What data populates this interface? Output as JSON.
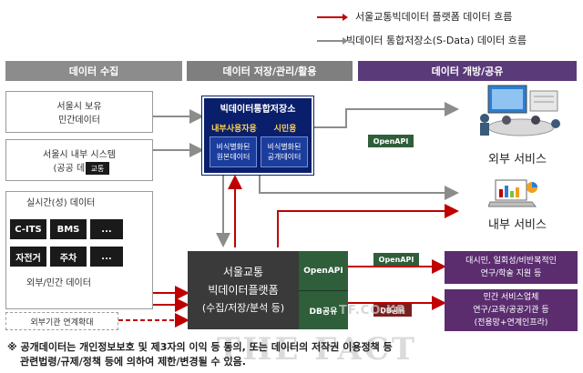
{
  "legend": {
    "item1": "서울교통빅데이터 플랫폼 데이터 흐름",
    "item2": "빅데이터 통합저장소(S-Data) 데이터 흐름",
    "color1": "#c00000",
    "color2": "#8c8c8c"
  },
  "headers": {
    "collect": "데이터 수집",
    "store": "데이터 저장/관리/활용",
    "open": "데이터 개방/공유"
  },
  "left": {
    "box1": [
      "서울시 보유",
      "민간데이터"
    ],
    "box2": [
      "서울시 내부 시스템",
      "(공공 데이터)"
    ],
    "traffic_tag": "교통",
    "realtime_label": "실시간(성) 데이터",
    "cits": "C-ITS",
    "bms": "BMS",
    "dots1": "...",
    "bike": "자전거",
    "parking": "주차",
    "dots2": "...",
    "external": "외부/민간 데이터",
    "expand": "외부기관 연계확대"
  },
  "sdata": {
    "title": "빅데이터통합저장소",
    "internal_label": "내부사용자용",
    "citizen_label": "시민용",
    "internal_box": [
      "비식별화된",
      "원본데이터"
    ],
    "citizen_box": [
      "비식별화된",
      "공개데이터"
    ]
  },
  "platform": {
    "lines": [
      "서울교통",
      "빅데이터플랫폼",
      "(수집/저장/분석 등)"
    ],
    "openapi": "OpenAPI",
    "dbshare": "DB공유"
  },
  "right": {
    "openapi_tag_top": "OpenAPI",
    "external_service": "외부 서비스",
    "internal_service": "내부 서비스",
    "openapi_tag_mid": "OpenAPI",
    "dbshare_tag": "DB공유",
    "box_dashboard": [
      "대시민, 일회성/비반복적인",
      "연구/학술 지원 등"
    ],
    "box_partner": [
      "민간 서비스업체",
      "연구/교육/공공기관 등",
      "(전용망+연계인프라)"
    ]
  },
  "footnote": {
    "line1": "※ 공개데이터는 개인정보보호 및 제3자의 이익 등 동의, 또는 데이터의 저작권 이용정책 등",
    "line2": "관련법령/규제/정책 등에 의하여 제한/변경될 수 있음."
  },
  "watermark": "THE FACT",
  "watermark_url": "TF.CO.KR"
}
